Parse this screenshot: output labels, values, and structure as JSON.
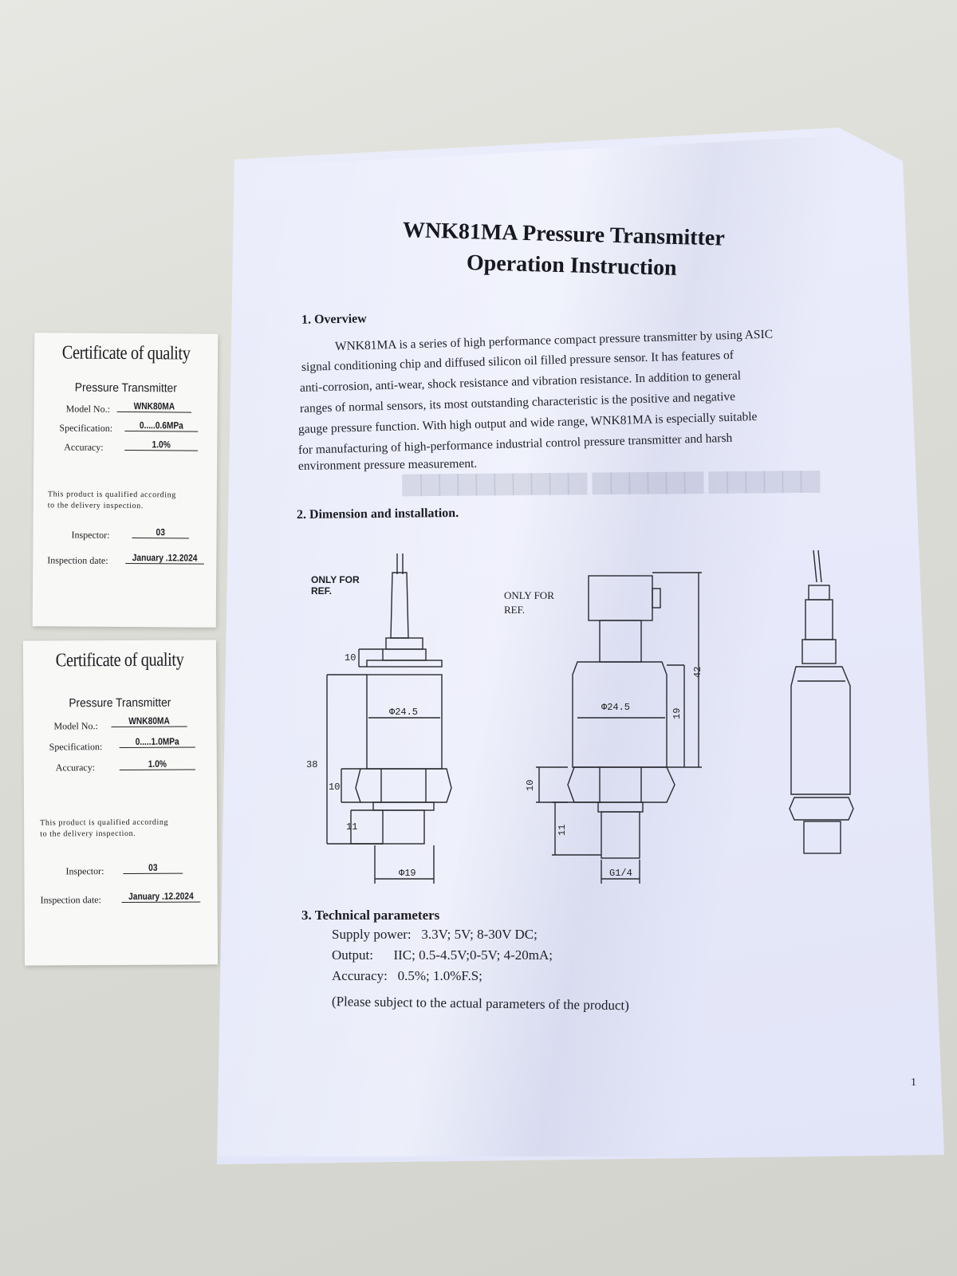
{
  "card1": {
    "title": "Certificate of quality",
    "subtitle": "Pressure Transmitter",
    "model_label": "Model No.:",
    "model_value": "WNK80MA",
    "spec_label": "Specification:",
    "spec_value": "0.....0.6MPa",
    "accuracy_label": "Accuracy:",
    "accuracy_value": "1.0%",
    "note_line1": "This product is qualified according",
    "note_line2": "to the delivery inspection.",
    "inspector_label": "Inspector:",
    "inspector_value": "03",
    "date_label": "Inspection date:",
    "date_value": "January .12.2024"
  },
  "card2": {
    "title": "Certificate of quality",
    "subtitle": "Pressure Transmitter",
    "model_label": "Model No.:",
    "model_value": "WNK80MA",
    "spec_label": "Specification:",
    "spec_value": "0.....1.0MPa",
    "accuracy_label": "Accuracy:",
    "accuracy_value": "1.0%",
    "note_line1": "This product is qualified according",
    "note_line2": "to the delivery inspection.",
    "inspector_label": "Inspector:",
    "inspector_value": "03",
    "date_label": "Inspection date:",
    "date_value": "January .12.2024"
  },
  "sheet": {
    "title_line1": "WNK81MA Pressure Transmitter",
    "title_line2": "Operation Instruction",
    "section1_heading": "1.  Overview",
    "overview_lines": [
      "WNK81MA is a series of high performance compact pressure transmitter by using ASIC",
      "signal conditioning chip and diffused silicon oil filled pressure sensor. It has features of",
      "anti-corrosion, anti-wear, shock resistance and vibration resistance. In addition to general",
      "ranges of normal sensors, its most outstanding characteristic is the positive and negative",
      "gauge pressure function. With high output and wide range, WNK81MA is especially suitable",
      "for manufacturing of high-performance industrial control pressure transmitter and harsh",
      "environment pressure measurement."
    ],
    "section2_heading": "2.  Dimension and installation.",
    "ref_label_left_1": "ONLY FOR",
    "ref_label_left_2": "REF.",
    "ref_label_right_1": "ONLY FOR",
    "ref_label_right_2": "REF.",
    "dims_left": {
      "top_cap": "10",
      "body_dia": "Φ24.5",
      "total_height": "38",
      "hex_height": "10",
      "thread_height": "11",
      "thread_dia": "Φ19"
    },
    "dims_right": {
      "body_dia": "Φ24.5",
      "connector_height": "42",
      "body_height": "19",
      "hex_height": "10",
      "thread_height": "11",
      "thread": "G1/4"
    },
    "section3_heading": "3.  Technical parameters",
    "params": [
      {
        "label": "Supply power:",
        "value": "3.3V; 5V; 8-30V DC;"
      },
      {
        "label": "Output:",
        "value": "IIC; 0.5-4.5V;0-5V; 4-20mA;"
      },
      {
        "label": "Accuracy:",
        "value": "0.5%; 1.0%F.S;"
      }
    ],
    "note": "(Please subject to the actual parameters of the product)",
    "page_number": "1"
  },
  "colors": {
    "paper": "#e8eafa",
    "card": "#f8f8f6",
    "table": "#dcdcd6",
    "ink": "#1c1c22"
  }
}
